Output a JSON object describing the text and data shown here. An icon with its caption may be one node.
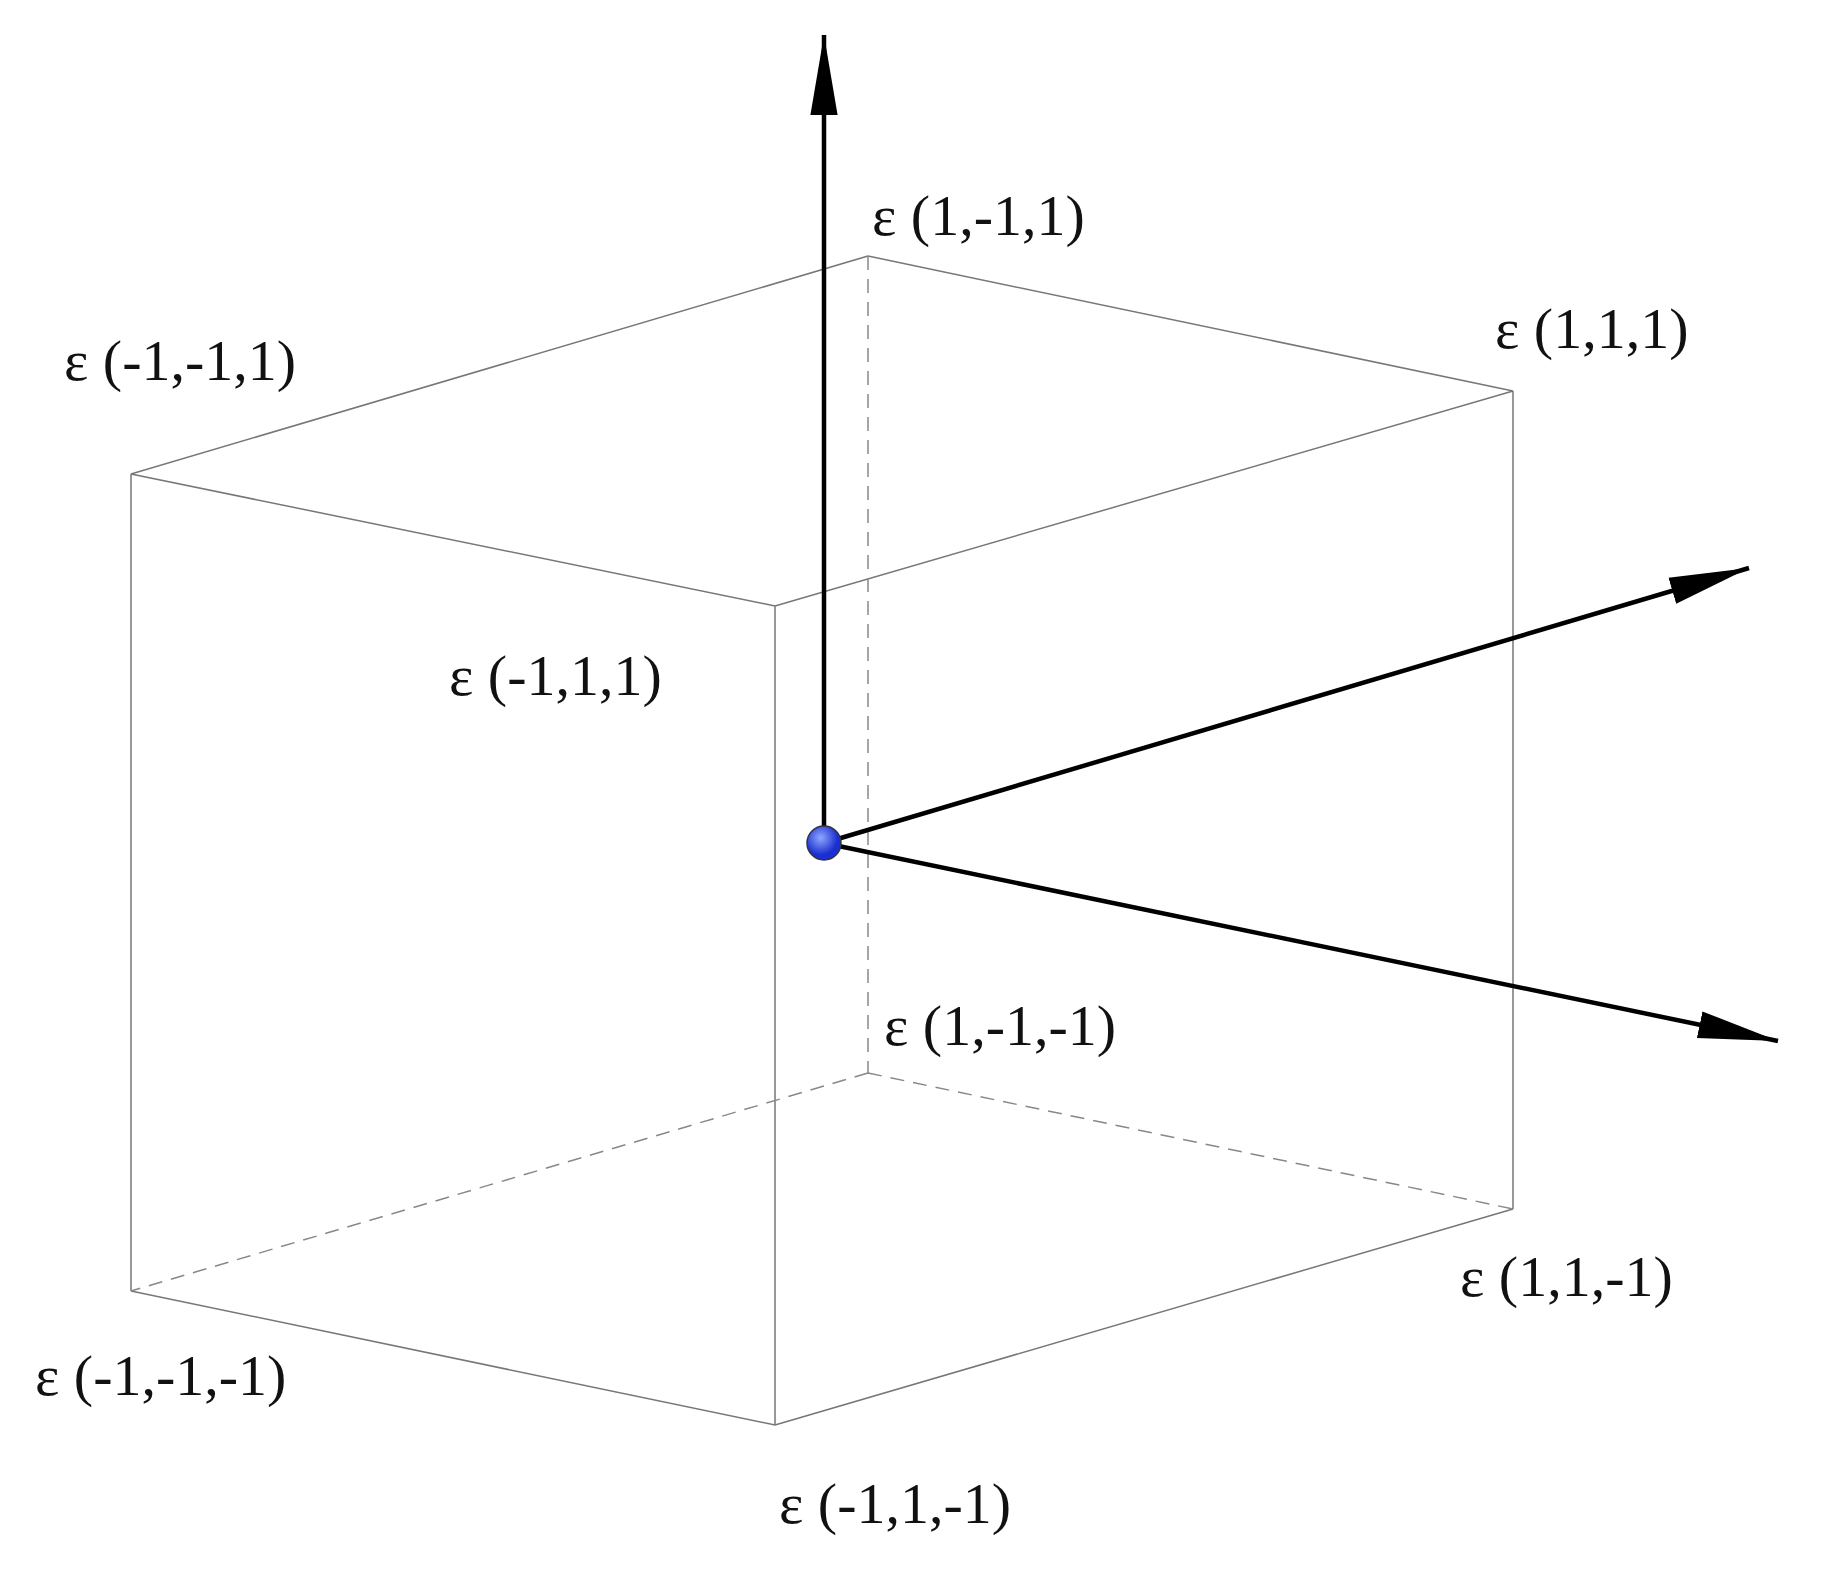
{
  "diagram": {
    "labels": [
      "ε (1,-1,1)",
      "ε (1,1,1)",
      "ε (-1,-1,1)",
      "ε (-1,1,1)",
      "ε (1,-1,-1)",
      "ε (1,1,-1)",
      "ε (-1,-1,-1)",
      "ε (-1,1,-1)"
    ]
  }
}
